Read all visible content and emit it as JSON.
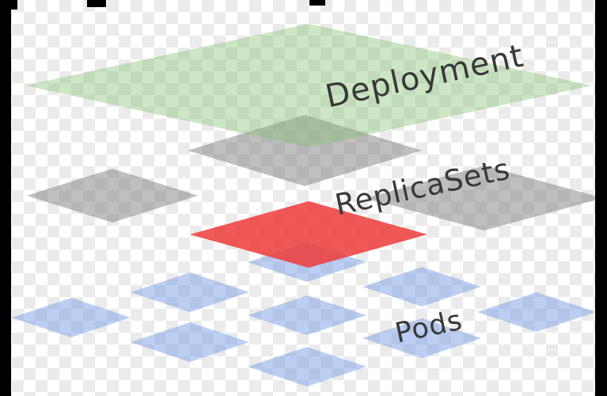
{
  "diagram": {
    "labels": {
      "deployment": "Deployment",
      "replicasets": "ReplicaSets",
      "pods": "Pods"
    },
    "colors": {
      "deployment_fill": "#82c06e",
      "replicaset_fill": "#808080",
      "replicaset_selected_fill": "#ee3b3b",
      "pod_fill": "#7aa0e6",
      "label_text": "#383838",
      "checker": "#ebebeb",
      "canvas_bg": "#ffffff",
      "edge_bar": "#000000"
    },
    "shapes": {
      "deployment_count": 1,
      "replicaset_gray_count": 3,
      "replicaset_selected_count": 1,
      "pod_count": 9
    }
  }
}
